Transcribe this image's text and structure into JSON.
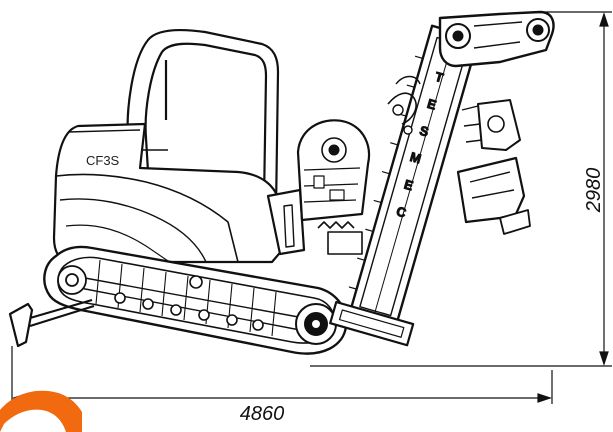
{
  "drawing": {
    "model_label": "CF3S",
    "brand_letters": [
      "T",
      "E",
      "S",
      "M",
      "E",
      "C"
    ],
    "dimensions": {
      "height_value": "2980",
      "length_value": "4860"
    },
    "colors": {
      "line": "#111111",
      "background": "#ffffff",
      "accent": "#f26a10"
    }
  }
}
